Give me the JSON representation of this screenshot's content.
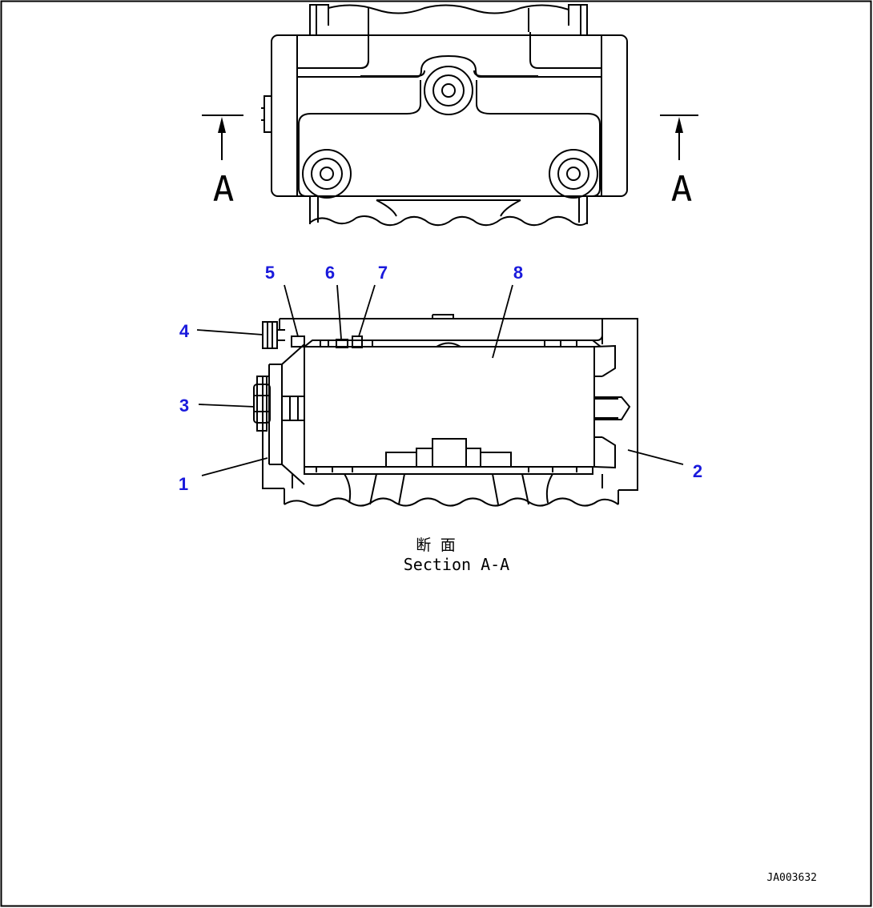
{
  "section_markers": {
    "left": "A",
    "right": "A"
  },
  "callouts": [
    {
      "id": "1",
      "color": "#1a1adc"
    },
    {
      "id": "2",
      "color": "#1a1adc"
    },
    {
      "id": "3",
      "color": "#1a1adc"
    },
    {
      "id": "4",
      "color": "#1a1adc"
    },
    {
      "id": "5",
      "color": "#1a1adc"
    },
    {
      "id": "6",
      "color": "#1a1adc"
    },
    {
      "id": "7",
      "color": "#1a1adc"
    },
    {
      "id": "8",
      "color": "#1a1adc"
    }
  ],
  "caption": {
    "japanese": "断 面",
    "english": "Section A-A"
  },
  "drawing_number": "JA003632",
  "colors": {
    "line": "#000000",
    "callout": "#1a1adc",
    "background": "#ffffff"
  }
}
